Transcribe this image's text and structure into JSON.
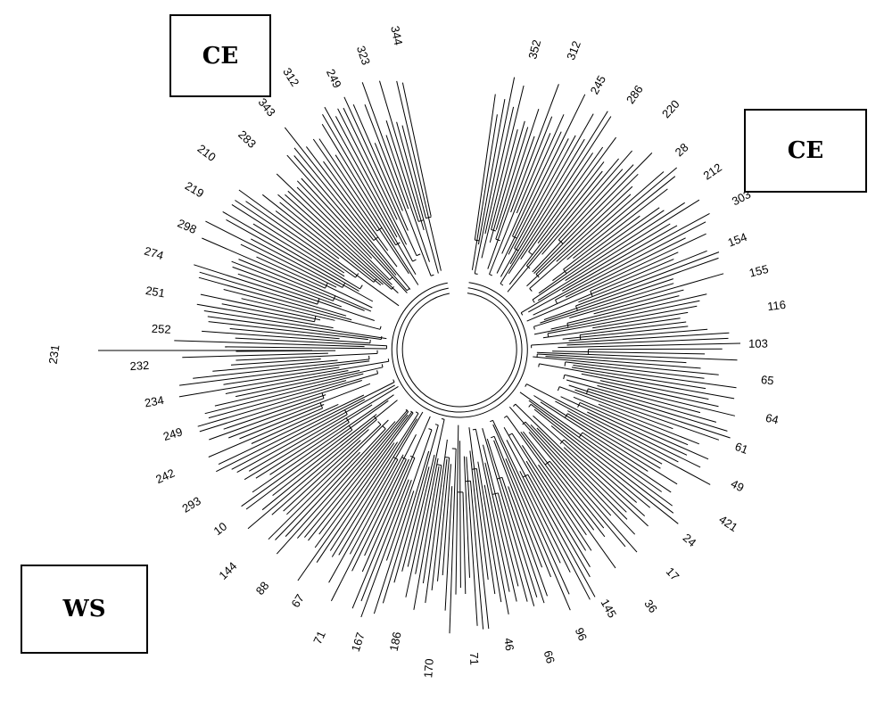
{
  "groups": {
    "ce_top": "CE",
    "ce_right": "CE",
    "ws": "WS"
  },
  "tree": {
    "leaves": [
      "231",
      "352",
      "312",
      "245",
      "286",
      "220",
      "28",
      "212",
      "303",
      "154",
      "155",
      "116",
      "103",
      "65",
      "64",
      "61",
      "49",
      "421",
      "24",
      "17",
      "36",
      "145",
      "96",
      "66",
      "46",
      "71",
      "170",
      "186",
      "167",
      "71",
      "67",
      "88",
      "144",
      "10",
      "293",
      "242",
      "249",
      "234",
      "232",
      "252",
      "251",
      "274",
      "298",
      "219",
      "210",
      "283",
      "343",
      "312",
      "249",
      "323",
      "344"
    ]
  }
}
